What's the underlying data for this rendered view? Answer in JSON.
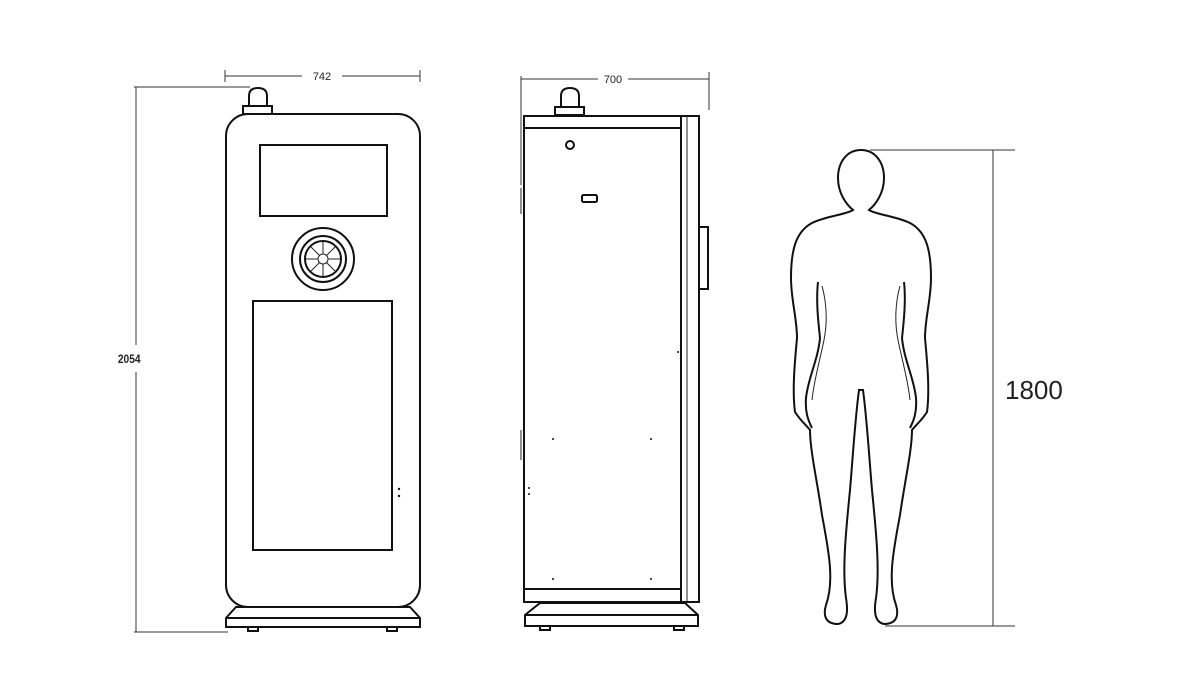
{
  "dimensions": {
    "front_width": "742",
    "front_height": "2054",
    "side_depth": "700",
    "human_height": "1800"
  },
  "colors": {
    "line": "#111111",
    "background": "#ffffff"
  }
}
